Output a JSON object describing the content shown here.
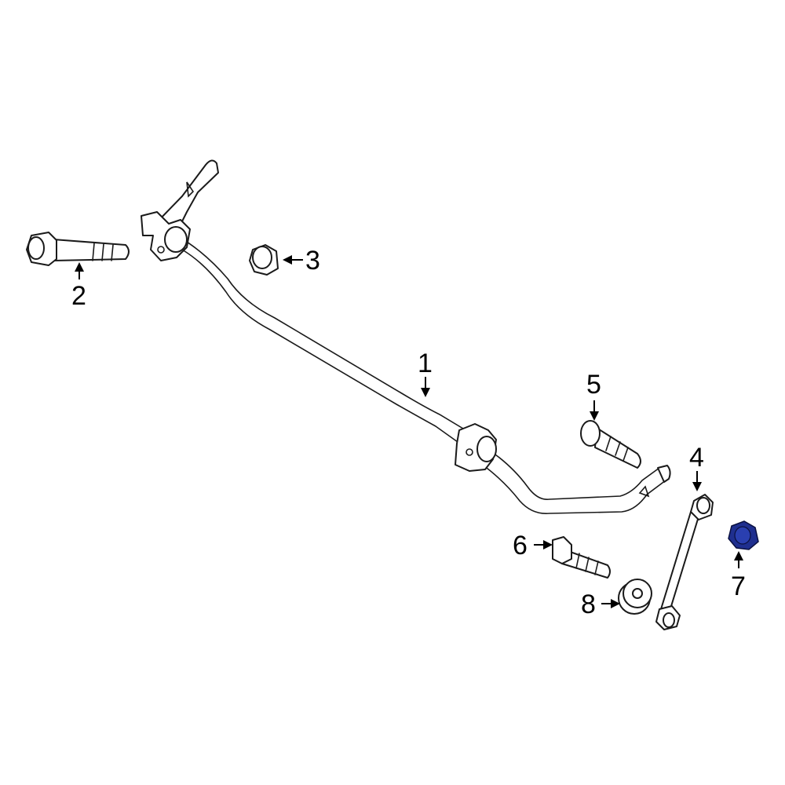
{
  "callouts": [
    {
      "id": "1",
      "label": "1"
    },
    {
      "id": "2",
      "label": "2"
    },
    {
      "id": "3",
      "label": "3"
    },
    {
      "id": "4",
      "label": "4"
    },
    {
      "id": "5",
      "label": "5"
    },
    {
      "id": "6",
      "label": "6"
    },
    {
      "id": "7",
      "label": "7"
    },
    {
      "id": "8",
      "label": "8"
    }
  ],
  "colors": {
    "line": "#1a1a1a",
    "highlight_part": "#1f2f8f",
    "background": "#ffffff"
  },
  "highlighted_callout": "7"
}
